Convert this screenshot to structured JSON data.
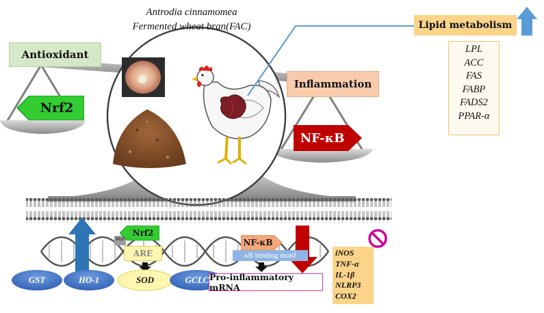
{
  "title": {
    "line1": "Antrodia cinnamomea",
    "line2": "Fermented wheat bran(FAC)"
  },
  "balance": {
    "left_label": "Antioxidant",
    "right_label": "Inflammation",
    "left_arrow": "Nrf2",
    "right_arrow": "NF-κB"
  },
  "lipid": {
    "title": "Lipid metabolism",
    "direction": "up",
    "genes": [
      "LPL",
      "ACC",
      "FAS",
      "FABP",
      "FADS2",
      "PPAR-α"
    ]
  },
  "nrf2_pathway": {
    "factor": "Nrf2",
    "cofactor": "Maf",
    "element": "ARE",
    "targets": [
      "GST",
      "HO-1",
      "SOD",
      "GCLC"
    ]
  },
  "nfkb_pathway": {
    "factor": "NF-κB",
    "motif": "κB binding motif",
    "product": "Pro-inflammatory  mRNA",
    "inhibited": [
      "iNOS",
      "TNF-α",
      "IL-1β",
      "NLRP3",
      "COX2"
    ]
  },
  "colors": {
    "up_arrow": "#2e75b6",
    "down_arrow": "#c00000",
    "nrf2_arrow": "#33cc33",
    "nfkb_arrow": "#c00000",
    "lipid_box": "#fbd48a",
    "inflammation_box": "#f8cbad",
    "antioxidant_box": "#d5e8c7",
    "ellipse": "#4472c4",
    "inhibit": "#cc0099"
  },
  "icons": [
    "fungus-culture-icon",
    "wheat-bran-powder-icon",
    "chicken-with-liver-icon",
    "prohibit-icon",
    "dna-helix-icon",
    "cell-membrane-icon"
  ]
}
